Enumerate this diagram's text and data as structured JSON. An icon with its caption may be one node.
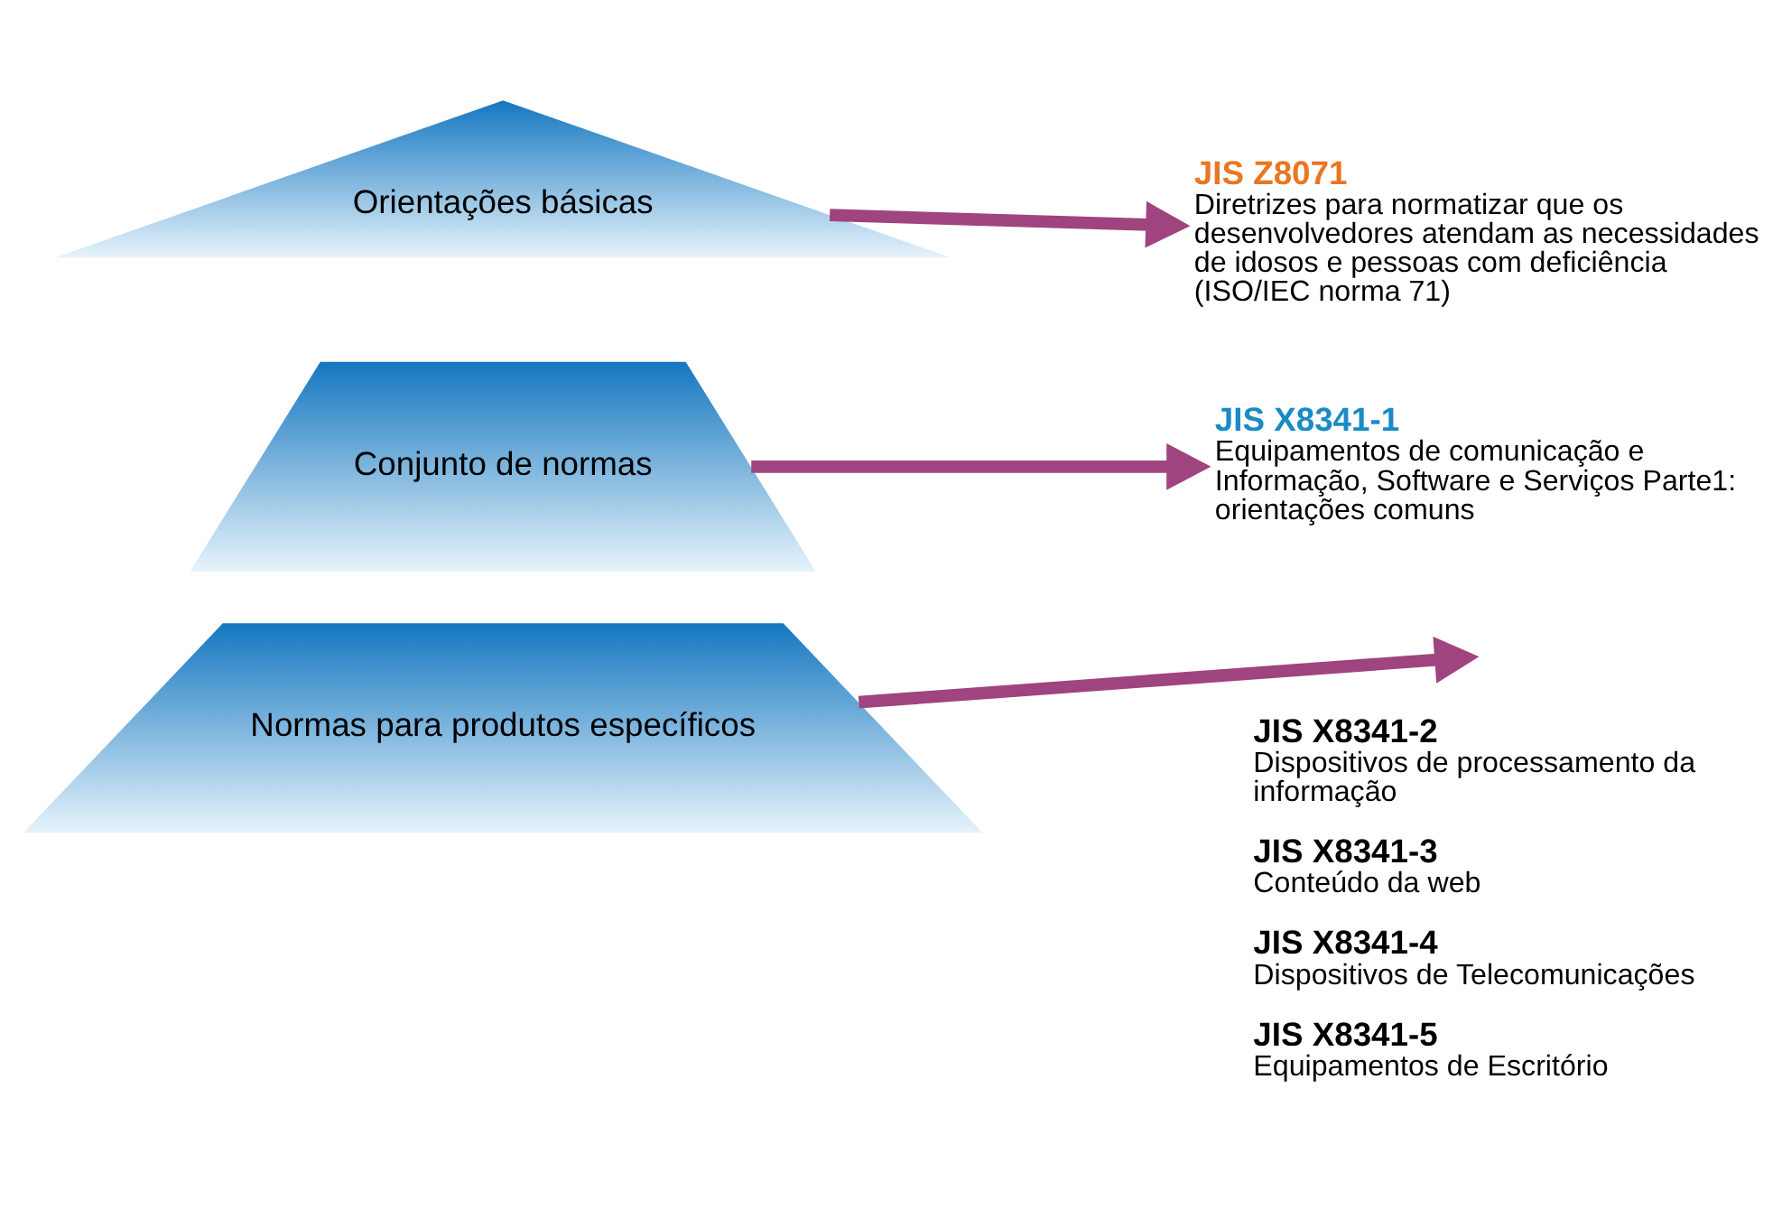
{
  "diagram": {
    "nodes": [
      {
        "text": [
          "Orientações básicas"
        ]
      },
      {
        "text": [
          "Conjunto de normas"
        ]
      },
      {
        "text": [
          "Normas para produtos específicos"
        ]
      },
      {
        "text": [
          "JIS Z8071",
          "Diretrizes para normatizar que os desenvolvedores atendam as necessidades de idosos e pessoas com deficiência (ISO/IEC norma 71)"
        ]
      },
      {
        "text": [
          "JIS X8341-1",
          "Equipamentos de comunicação e Informação, Software e Serviços Parte1: orientações comuns"
        ]
      }
    ],
    "edges": [
      {
        "from": 0,
        "to": 3,
        "arrow": "to"
      },
      {
        "from": 1,
        "to": 4,
        "arrow": "to"
      },
      {
        "from": 2,
        "to": null,
        "arrow": "to"
      }
    ],
    "labels": [
      "JIS X8341-2",
      "Dispositivos de processamento da informação",
      "JIS X8341-3",
      "Conteúdo da web",
      "JIS X8341-4",
      "Dispositivos de Telecomunicações",
      "JIS X8341-5",
      "Equipamentos de Escritório"
    ]
  }
}
